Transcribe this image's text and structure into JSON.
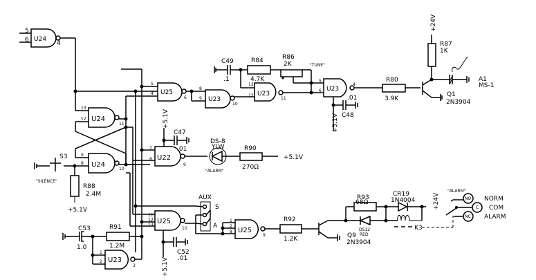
{
  "diagram": {
    "type": "electrical-schematic",
    "gates": {
      "u24a": {
        "name": "U24",
        "pins": [
          "5",
          "6",
          "4"
        ]
      },
      "u24b": {
        "name": "U24",
        "pins": [
          "13",
          "12",
          "11"
        ]
      },
      "u24c": {
        "name": "U24",
        "pins": [
          "9",
          "8",
          "10"
        ]
      },
      "u25a": {
        "name": "U25",
        "pins": [
          "5",
          "4",
          "6"
        ]
      },
      "u23a": {
        "name": "U23",
        "pins": [
          "8",
          "9",
          "10"
        ]
      },
      "u23b": {
        "name": "U23",
        "pins": [
          "13",
          "12",
          "11"
        ]
      },
      "u23c": {
        "name": "U23",
        "pins": [
          "5",
          "6",
          "4"
        ]
      },
      "u22": {
        "name": "U22",
        "pins": [
          "7",
          "8",
          "9"
        ]
      },
      "u25b": {
        "name": "U25",
        "pins": [
          "11",
          "12",
          "13",
          "10"
        ]
      },
      "u25c": {
        "name": "U25",
        "pins": [
          "1",
          "2",
          "8",
          "9"
        ]
      },
      "u23d": {
        "name": "U23",
        "pins": [
          "1",
          "2",
          "3"
        ]
      }
    },
    "components": {
      "c49": {
        "ref": "C49",
        "value": ".1"
      },
      "r84": {
        "ref": "R84",
        "value": "4.7K"
      },
      "r86": {
        "ref": "R86",
        "value": "2K"
      },
      "tune": "\"TUNE\"",
      "c48": {
        "ref": "C48",
        "value": ".01"
      },
      "r80": {
        "ref": "R80",
        "value": "3.9K"
      },
      "r87": {
        "ref": "R87",
        "value": "1K"
      },
      "q1": {
        "ref": "Q1",
        "value": "2N3904"
      },
      "a1": {
        "ref": "A1",
        "value": "MS-1"
      },
      "c47": {
        "ref": "C47",
        "value": ".01"
      },
      "ds8": {
        "ref": "DS-8",
        "value": "YLW",
        "caption": "\"ALARM\""
      },
      "r90": {
        "ref": "R90",
        "value": "270Ω"
      },
      "s3": {
        "ref": "S3",
        "caption": "\"SILENCE\""
      },
      "r88": {
        "ref": "R88",
        "value": "2.4M"
      },
      "c53": {
        "ref": "C53",
        "value": "1.0"
      },
      "r91": {
        "ref": "R91",
        "value": "1.2M"
      },
      "c52": {
        "ref": "C52",
        "value": ".01"
      },
      "aux": {
        "ref": "AUX",
        "pos_s": "S",
        "pos_a": "A"
      },
      "r92": {
        "ref": "R92",
        "value": "1.2K"
      },
      "q9": {
        "ref": "Q9",
        "value": "2N3904"
      },
      "r93": {
        "ref": "R93",
        "value": "68Ω"
      },
      "cr19": {
        "ref": "CR19",
        "value": "1N4004"
      },
      "ds12": {
        "ref": "DS12",
        "value": "RED"
      },
      "k3": {
        "ref": "K3"
      },
      "relay": {
        "caption": "\"ALARM\"",
        "no": "NO",
        "c": "C",
        "nc": "NC",
        "norm": "NORM",
        "com": "COM",
        "alarm": "ALARM"
      }
    },
    "supplies": {
      "v24_top": "+24V",
      "v24_relay": "+24V",
      "v51_c48": "+5.1V",
      "v51_c47": "+5.1V",
      "v51_r90": "+5.1V",
      "v51_r88": "+5.1V",
      "v51_c52": "+5.1V"
    }
  }
}
